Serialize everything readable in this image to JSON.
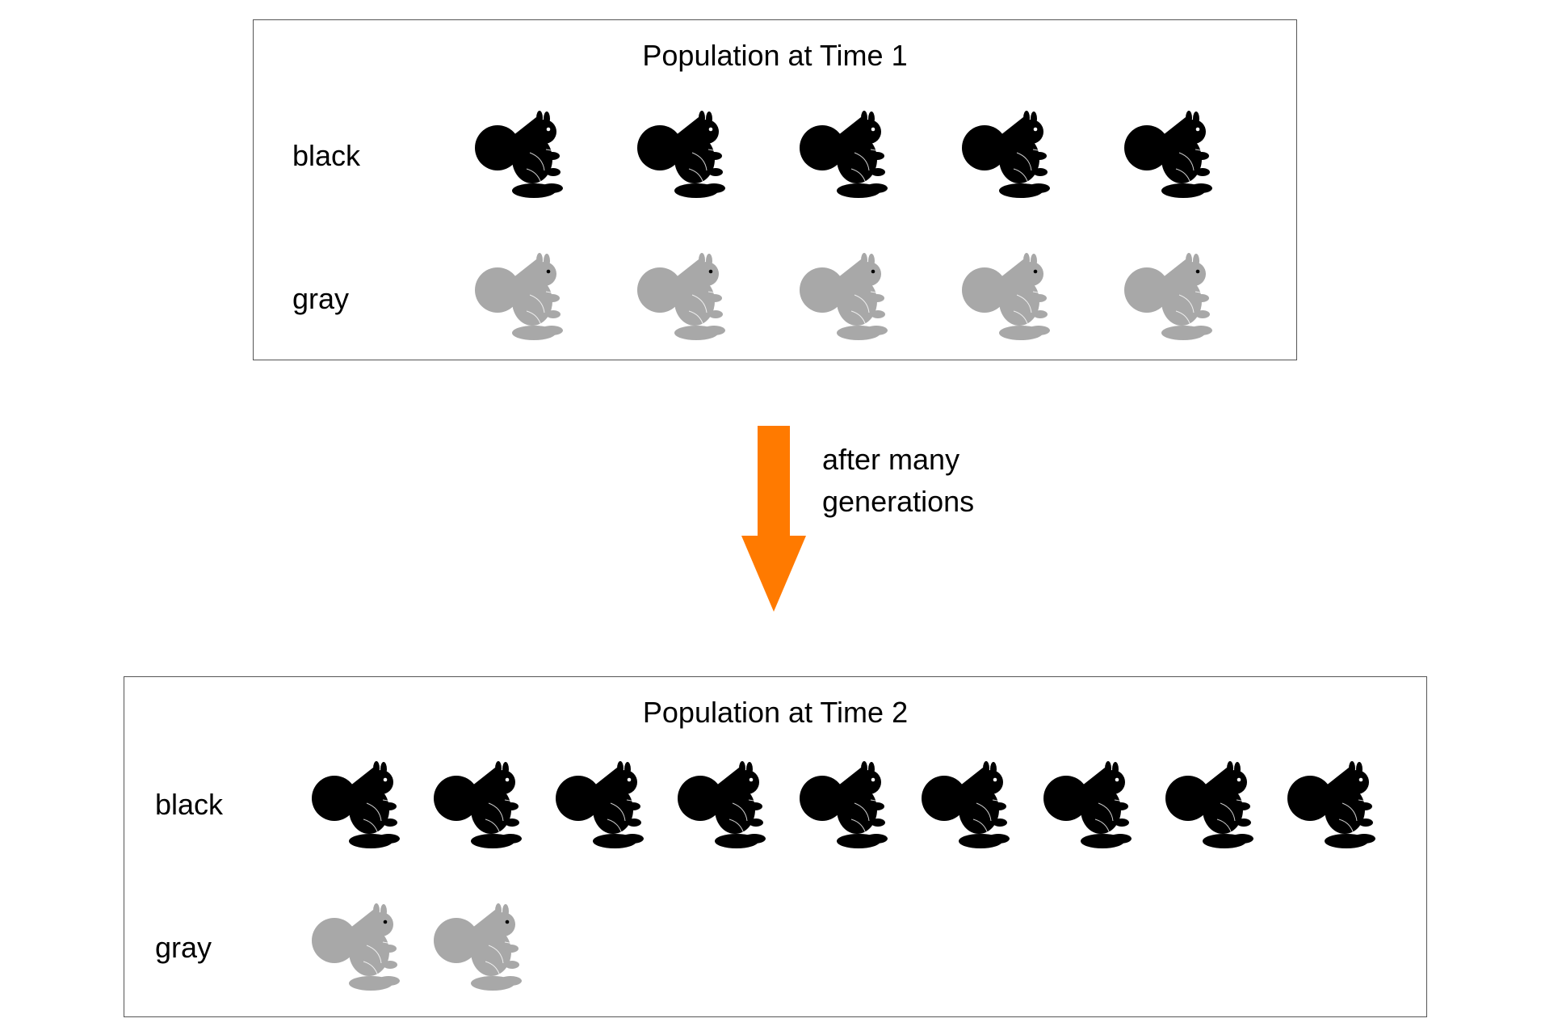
{
  "colors": {
    "black": "#000000",
    "gray": "#a8a8a8",
    "arrow": "#ff7a00"
  },
  "icon": "squirrel-icon",
  "panels": [
    {
      "title": "Population at Time 1",
      "rows": [
        {
          "label": "black",
          "color": "black",
          "count": 5
        },
        {
          "label": "gray",
          "color": "gray",
          "count": 5
        }
      ]
    },
    {
      "title": "Population at Time 2",
      "rows": [
        {
          "label": "black",
          "color": "black",
          "count": 9
        },
        {
          "label": "gray",
          "color": "gray",
          "count": 2
        }
      ]
    }
  ],
  "transition": {
    "lines": [
      "after many",
      "generations"
    ]
  }
}
